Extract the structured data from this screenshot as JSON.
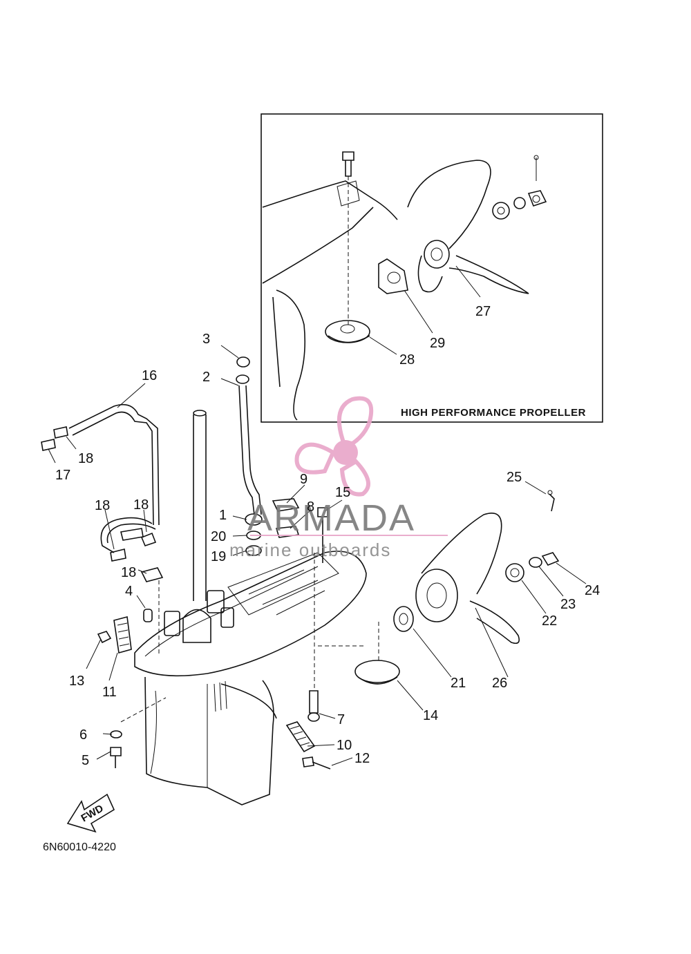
{
  "inset": {
    "title": "HIGH PERFORMANCE PROPELLER"
  },
  "drawing_code": "6N60010-4220",
  "watermark": {
    "brand": "ARMADA",
    "tagline": "marine outboards"
  },
  "fwd_label": "FWD",
  "callouts": {
    "c1": "1",
    "c2": "2",
    "c3": "3",
    "c4": "4",
    "c5": "5",
    "c6": "6",
    "c7": "7",
    "c8": "8",
    "c9": "9",
    "c10": "10",
    "c11": "11",
    "c12": "12",
    "c13": "13",
    "c14": "14",
    "c15": "15",
    "c16": "16",
    "c17": "17",
    "c18a": "18",
    "c18b": "18",
    "c18c": "18",
    "c18d": "18",
    "c19": "19",
    "c20": "20",
    "c21": "21",
    "c22": "22",
    "c23": "23",
    "c24": "24",
    "c25": "25",
    "c26": "26",
    "c27": "27",
    "c28": "28",
    "c29": "29"
  },
  "colors": {
    "line": "#111111",
    "watermark_pink": "#e8a5c8",
    "watermark_grey": "#7a7a7a"
  }
}
